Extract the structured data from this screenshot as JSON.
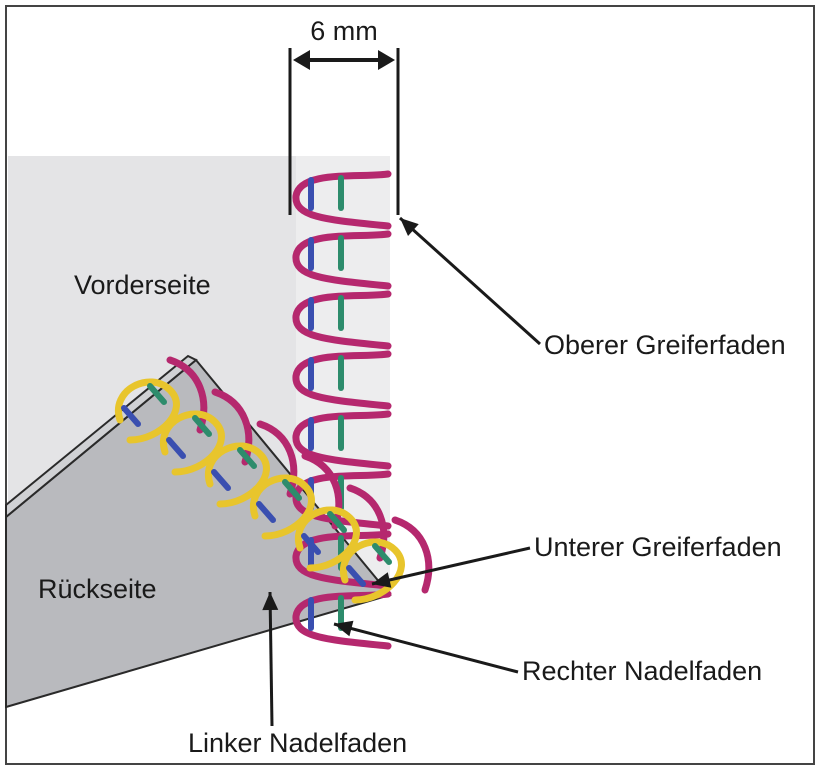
{
  "dimension": {
    "label": "6 mm"
  },
  "regions": {
    "front": "Vorderseite",
    "back": "Rückseite"
  },
  "threads": {
    "upper_looper": "Oberer Greiferfaden",
    "lower_looper": "Unterer Greiferfaden",
    "right_needle": "Rechter Nadelfaden",
    "left_needle": "Linker Nadelfaden"
  },
  "colors": {
    "upper_looper": "#b5286e",
    "lower_looper": "#e8c52c",
    "right_needle": "#2d8c6c",
    "left_needle": "#3a4fb0",
    "fabric_front": "#e4e4e6",
    "fabric_back": "#b9babe",
    "outline": "#2a2a2a"
  }
}
